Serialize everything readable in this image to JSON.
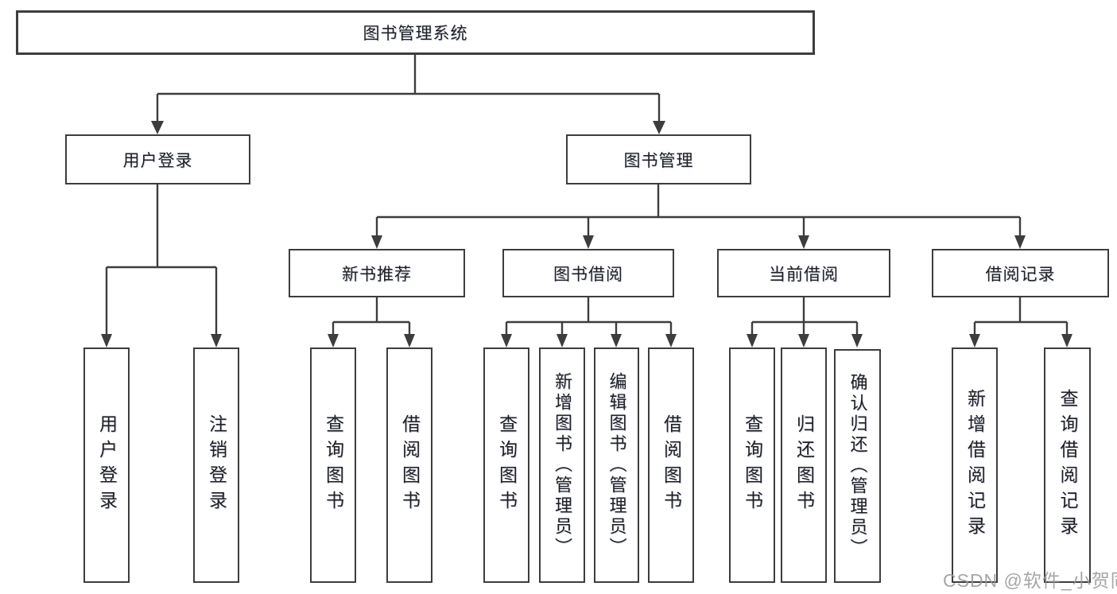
{
  "diagram": {
    "title": "图书管理系统",
    "nodes": {
      "root": "图书管理系统",
      "user_login": "用户登录",
      "book_management": "图书管理",
      "new_book_recommend": "新书推荐",
      "book_borrow": "图书借阅",
      "current_borrow": "当前借阅",
      "borrow_records": "借阅记录",
      "leaf_user_login": "用户登录",
      "leaf_logout": "注销登录",
      "rec_query_book": "查询图书",
      "rec_borrow_book": "借阅图书",
      "bb_query_book": "查询图书",
      "bb_add_book_admin": "新增图书（管理员）",
      "bb_edit_book_admin": "编辑图书（管理员）",
      "bb_borrow_book": "借阅图书",
      "cb_query_book": "查询图书",
      "cb_return_book": "归还图书",
      "cb_confirm_return_admin": "确认归还（管理员）",
      "br_add_record": "新增借阅记录",
      "br_query_record": "查询借阅记录"
    },
    "structure": {
      "图书管理系统": {
        "用户登录": [
          "用户登录",
          "注销登录"
        ],
        "图书管理": {
          "新书推荐": [
            "查询图书",
            "借阅图书"
          ],
          "图书借阅": [
            "查询图书",
            "新增图书（管理员）",
            "编辑图书（管理员）",
            "借阅图书"
          ],
          "当前借阅": [
            "查询图书",
            "归还图书",
            "确认归还（管理员）"
          ],
          "借阅记录": [
            "新增借阅记录",
            "查询借阅记录"
          ]
        }
      }
    },
    "line_color": "#3d3d3d",
    "box_fill": "#ffffff"
  },
  "watermark": {
    "text": "CSDN @软件_小贺同学",
    "color": "#969696"
  }
}
